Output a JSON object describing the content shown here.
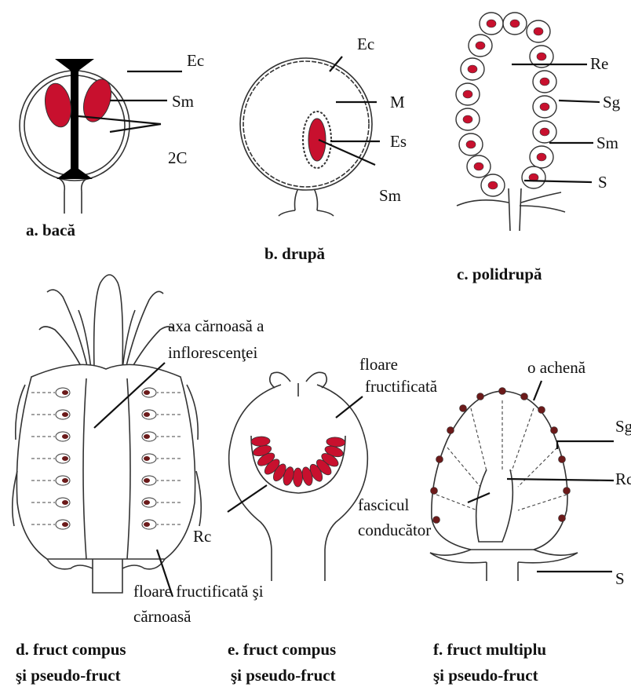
{
  "panels": {
    "a": {
      "caption": "a. bacă",
      "labels": {
        "ec": "Ec",
        "sm": "Sm",
        "c2": "2C"
      }
    },
    "b": {
      "caption": "b. drupă",
      "labels": {
        "ec": "Ec",
        "m": "M",
        "es": "Es",
        "sm": "Sm"
      }
    },
    "c": {
      "caption": "c. polidrupă",
      "labels": {
        "re": "Re",
        "sg": "Sg",
        "sm": "Sm",
        "s": "S"
      }
    },
    "d": {
      "caption_line1": "d. fruct compus",
      "caption_line2": "şi pseudo-fruct",
      "axis_label_line1": "axa cărnoasă a",
      "axis_label_line2": "inflorescenţei",
      "flower_label_line1": "floare fructificată şi",
      "flower_label_line2": "cărnoasă"
    },
    "e": {
      "caption_line1": "e. fruct compus",
      "caption_line2": "şi pseudo-fruct",
      "flower_label_line1": "floare",
      "flower_label_line2": "fructificată",
      "rc": "Rc"
    },
    "f": {
      "caption_line1": "f. fruct multiplu",
      "caption_line2": "şi pseudo-fruct",
      "achene": "o achenă",
      "sg": "Sg",
      "rc": "Rc",
      "bundle_line1": "fascicul",
      "bundle_line2": "conducător",
      "s": "S"
    }
  },
  "colors": {
    "seed": "#c8102e",
    "septum": "#000000",
    "achene": "#6b1a1a",
    "outline": "#333333"
  }
}
